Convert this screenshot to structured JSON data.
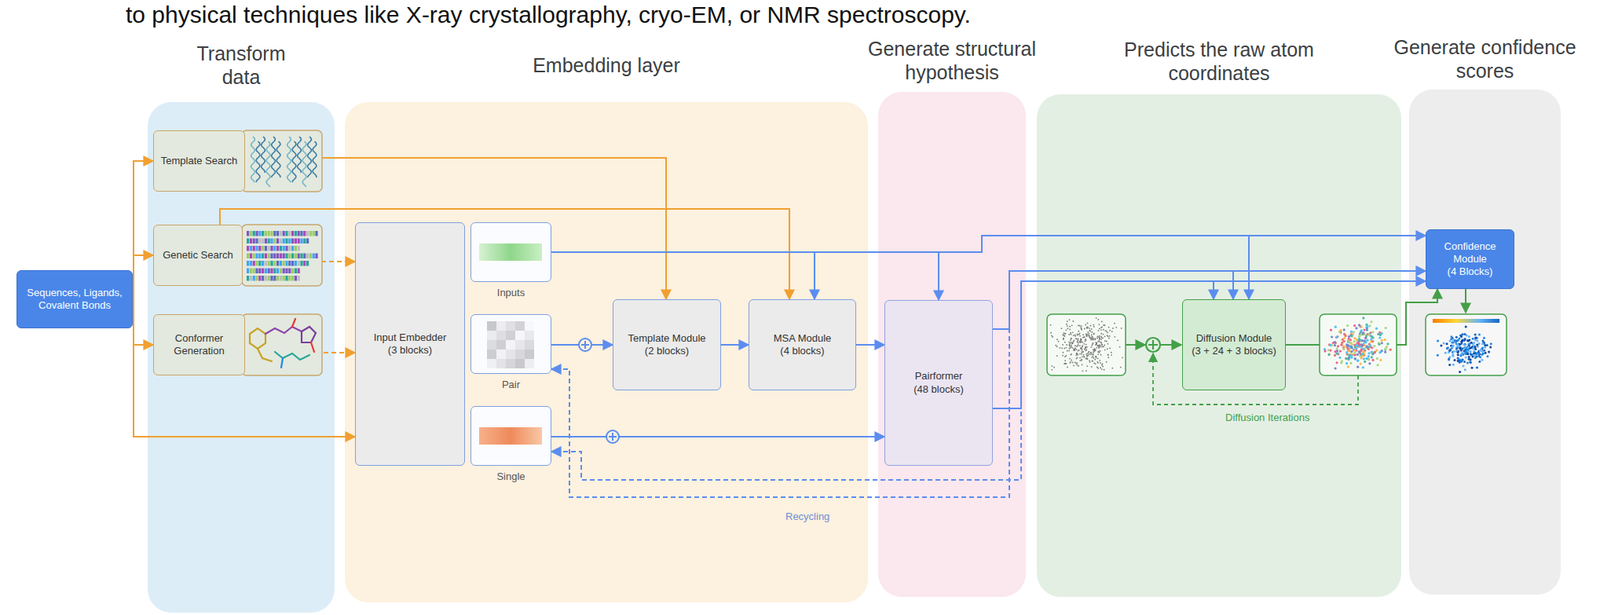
{
  "diagram": {
    "nodes": [
      {
        "text": [
          "Sequences, Ligands, Covalent Bonds"
        ]
      },
      {
        "text": [
          "Transform data"
        ]
      },
      {
        "text": [
          "Template Search"
        ],
        "in": 1
      },
      {
        "text": [
          "Genetic Search"
        ],
        "in": 1
      },
      {
        "text": [
          "Conformer Generation"
        ],
        "in": 1
      },
      {
        "text": [
          "Embedding layer"
        ]
      },
      {
        "text": [
          "Input Embedder",
          "(3 blocks)"
        ],
        "in": 5
      },
      {
        "text": [
          "Inputs"
        ],
        "in": 5
      },
      {
        "text": [
          "Pair"
        ],
        "in": 5
      },
      {
        "text": [
          "Single"
        ],
        "in": 5
      },
      {
        "text": [
          "Template Module",
          "(2 blocks)"
        ],
        "in": 5
      },
      {
        "text": [
          "MSA Module",
          "(4 blocks)"
        ],
        "in": 5
      },
      {
        "text": [
          "Generate structural hypothesis"
        ]
      },
      {
        "text": [
          "Pairformer",
          "(48 blocks)"
        ],
        "in": 12
      },
      {
        "text": [
          "Predicts the raw atom coordinates"
        ]
      },
      {
        "text": [
          "Diffusion Module",
          "(3 + 24 + 3 blocks)"
        ],
        "in": 14
      },
      {
        "text": [
          "Generate confidence scores"
        ]
      },
      {
        "text": [
          "Confidence Module",
          "(4 Blocks)"
        ],
        "in": 16
      }
    ],
    "edges": [
      {
        "from": 0,
        "to": 2,
        "arrow": "to"
      },
      {
        "from": 0,
        "to": 3,
        "arrow": "to"
      },
      {
        "from": 0,
        "to": 4,
        "arrow": "to"
      },
      {
        "from": 0,
        "to": 6,
        "arrow": "to"
      },
      {
        "from": 2,
        "to": 10,
        "arrow": "to"
      },
      {
        "from": 3,
        "to": 11,
        "arrow": "to"
      },
      {
        "from": 3,
        "to": 6,
        "arrow": "to"
      },
      {
        "from": 4,
        "to": 6,
        "arrow": "to"
      },
      {
        "from": 8,
        "to": 10,
        "arrow": "to"
      },
      {
        "from": 10,
        "to": 11,
        "arrow": "to"
      },
      {
        "from": 11,
        "to": 13,
        "arrow": "to"
      },
      {
        "from": 9,
        "to": 13,
        "arrow": "to"
      },
      {
        "from": 7,
        "to": 11,
        "arrow": "to"
      },
      {
        "from": 7,
        "to": 13,
        "arrow": "to"
      },
      {
        "from": 7,
        "to": 15,
        "arrow": "to"
      },
      {
        "from": 7,
        "to": 17,
        "arrow": "to"
      },
      {
        "from": 13,
        "to": 15,
        "arrow": "to"
      },
      {
        "from": 13,
        "to": 15,
        "arrow": "to"
      },
      {
        "from": 13,
        "to": 17,
        "arrow": "to"
      },
      {
        "from": 13,
        "to": 17,
        "arrow": "to"
      },
      {
        "from": 13,
        "to": 8,
        "arrow": "to"
      },
      {
        "from": 13,
        "to": 9,
        "arrow": "to"
      },
      {
        "from": 15,
        "to": 17,
        "arrow": "to"
      }
    ],
    "labels": [
      "to physical techniques like X-ray crystallography, cryo-EM, or NMR spectroscopy.",
      "Recycling",
      "Diffusion Iterations"
    ]
  }
}
